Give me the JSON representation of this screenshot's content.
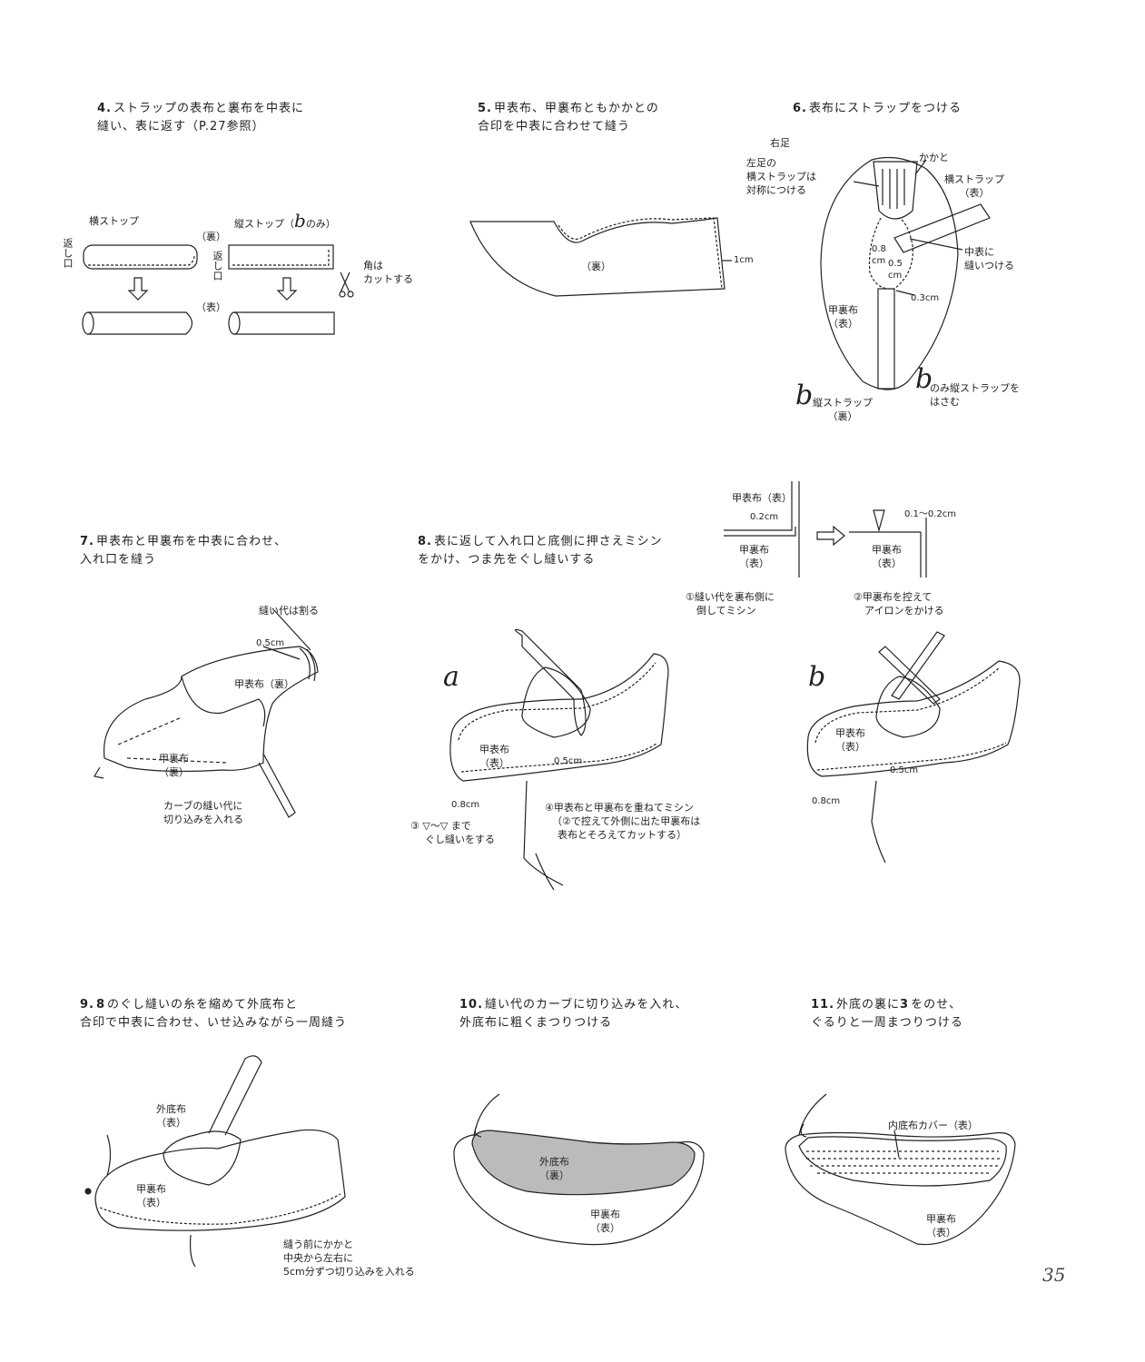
{
  "page_number": "35",
  "step4": {
    "num": "4.",
    "title_l1": "ストラップの表布と裏布を中表に",
    "title_l2": "縫い、表に返す（P.27参照）",
    "yoko_strap": "横ストップ",
    "tate_strap_prefix": "縦ストップ（",
    "tate_strap_b": "b",
    "tate_strap_suffix": "のみ）",
    "ura": "（裏）",
    "omote": "（表）",
    "kaeshiguchi": "返し口",
    "kado_l1": "角は",
    "kado_l2": "カットする"
  },
  "step5": {
    "num": "5.",
    "title_l1": "甲表布、甲裏布ともかかとの",
    "title_l2": "合印を中表に合わせて縫う",
    "ura": "（裏）",
    "one_cm": "1cm"
  },
  "step6": {
    "num": "6.",
    "title": "表布にストラップをつける",
    "migiashi": "右足",
    "hidari_l1": "左足の",
    "hidari_l2": "横ストラップは",
    "hidari_l3": "対称につける",
    "kakato": "かかと",
    "yoko_l1": "横ストラップ",
    "yoko_l2": "（表）",
    "nakaomote_l1": "中表に",
    "nakaomote_l2": "縫いつける",
    "v08": "0.8",
    "vcm": "cm",
    "v05": "0.5",
    "vcm2": "cm",
    "v03": "0.3cm",
    "kouura_l1": "甲裏布",
    "kouura_l2": "（表）",
    "b_letter": "b",
    "tate_l1": "縦ストラップ",
    "tate_l2": "（裏）",
    "b_only_l1": "のみ縦ストラップを",
    "b_only_l2": "はさむ"
  },
  "step7": {
    "num": "7.",
    "title_l1": "甲表布と甲裏布を中表に合わせ、",
    "title_l2": "入れ口を縫う",
    "nuishiro": "縫い代は割る",
    "v05": "0.5cm",
    "koomote_ura": "甲表布（裏）",
    "kouura_l1": "甲裏布",
    "kouura_l2": "（裏）",
    "curve_l1": "カーブの縫い代に",
    "curve_l2": "切り込みを入れる"
  },
  "step8": {
    "num": "8.",
    "title_l1": "表に返して入れ口と底側に押さえミシン",
    "title_l2": "をかけ、つま先をぐし縫いする",
    "inset_koomote": "甲表布（表）",
    "inset_02": "0.2cm",
    "inset_kouura_l1": "甲裏布",
    "inset_kouura_l2": "（表）",
    "inset_right_v": "0.1～0.2cm",
    "inset_right_l1": "甲裏布",
    "inset_right_l2": "（表）",
    "note1_l1": "①縫い代を裏布側に",
    "note1_l2": "倒してミシン",
    "note2_l1": "②甲裏布を控えて",
    "note2_l2": "アイロンをかける",
    "a_letter": "a",
    "b_letter": "b",
    "shoe_a_l1": "甲表布",
    "shoe_a_l2": "（表）",
    "a_05": "0.5cm",
    "a_08": "0.8cm",
    "note3_l1": "③ ▽～▽ まで",
    "note3_l2": "ぐし縫いをする",
    "note4_l1": "④甲表布と甲裏布を重ねてミシン",
    "note4_l2": "（②で控えて外側に出た甲裏布は",
    "note4_l3": "表布とそろえてカットする）",
    "shoe_b_l1": "甲表布",
    "shoe_b_l2": "（表）",
    "b_05": "0.5cm",
    "b_08": "0.8cm"
  },
  "step9": {
    "num": "9.",
    "title_l1_num": "8",
    "title_l1": "のぐし縫いの糸を縮めて外底布と",
    "title_l2": "合印で中表に合わせ、いせ込みながら一周縫う",
    "sotozoko_l1": "外底布",
    "sotozoko_l2": "（表）",
    "kouura_l1": "甲裏布",
    "kouura_l2": "（表）",
    "note_l1": "縫う前にかかと",
    "note_l2": "中央から左右に",
    "note_l3": "5cm分ずつ切り込みを入れる"
  },
  "step10": {
    "num": "10.",
    "title_l1": "縫い代のカーブに切り込みを入れ、",
    "title_l2": "外底布に粗くまつりつける",
    "sotozoko_l1": "外底布",
    "sotozoko_l2": "（裏）",
    "kouura_l1": "甲裏布",
    "kouura_l2": "（表）"
  },
  "step11": {
    "num": "11.",
    "title_l1_pre": "外底の裏に",
    "title_l1_num": "3",
    "title_l1_post": "をのせ、",
    "title_l2": "ぐるりと一周まつりつける",
    "uchizoko": "内底布カバー（表）",
    "kouura_l1": "甲裏布",
    "kouura_l2": "（表）"
  }
}
